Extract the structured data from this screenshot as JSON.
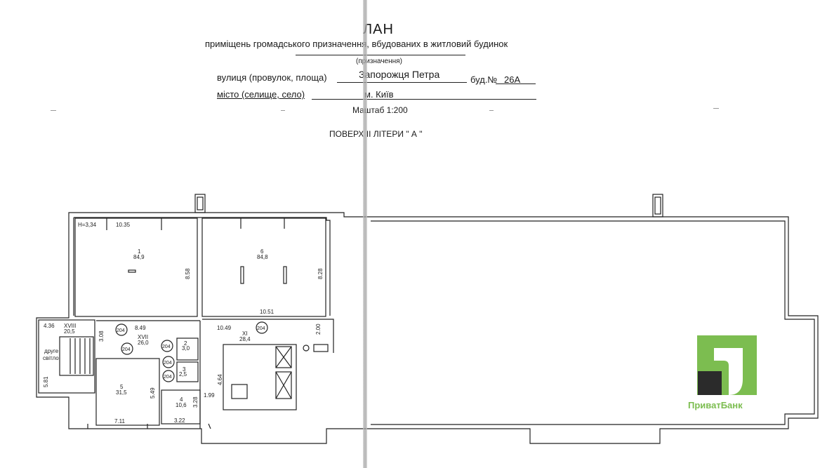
{
  "header": {
    "title": "ЛАН",
    "subtitle": "приміщень громадського призначення, вбудованих в житловий будинок",
    "purpose_caption": "(призначення)",
    "street_label": "вулиця (провулок, площа)",
    "street_value": "Запорожця Петра",
    "building_label": "буд.№",
    "building_value": "26А",
    "city_label": "місто (селище, село)",
    "city_value": "м. Київ",
    "scale": "Маштаб 1:200",
    "floor": "ПОВЕРХ ІІ  ЛІТЕРИ \" А \""
  },
  "plan": {
    "height_note": "Н=3,34",
    "rooms": [
      {
        "number": "1",
        "area": "84,9"
      },
      {
        "number": "6",
        "area": "84,8"
      },
      {
        "number": "ХVIII",
        "area": "20,5"
      },
      {
        "number": "ХVII",
        "area": "26,0"
      },
      {
        "number": "2",
        "area": "3,0"
      },
      {
        "number": "3",
        "area": "2,5"
      },
      {
        "number": "ХI",
        "area": "28,4"
      },
      {
        "number": "5",
        "area": "31,5"
      },
      {
        "number": "4",
        "area": "10,6"
      }
    ],
    "dimensions": [
      "10.35",
      "8.58",
      "8.28",
      "10.51",
      "10.49",
      "2.00",
      "8.49",
      "3.08",
      "4.36",
      "5.81",
      "5.49",
      "7.11",
      "3.22",
      "3.28",
      "1.99",
      "4.64"
    ],
    "door_tag": "204",
    "second_light_line1": "друге",
    "second_light_line2": "світло"
  },
  "logo": {
    "name": "ПриватБанк",
    "green": "#7cbd50",
    "dark": "#2b2b2b"
  }
}
